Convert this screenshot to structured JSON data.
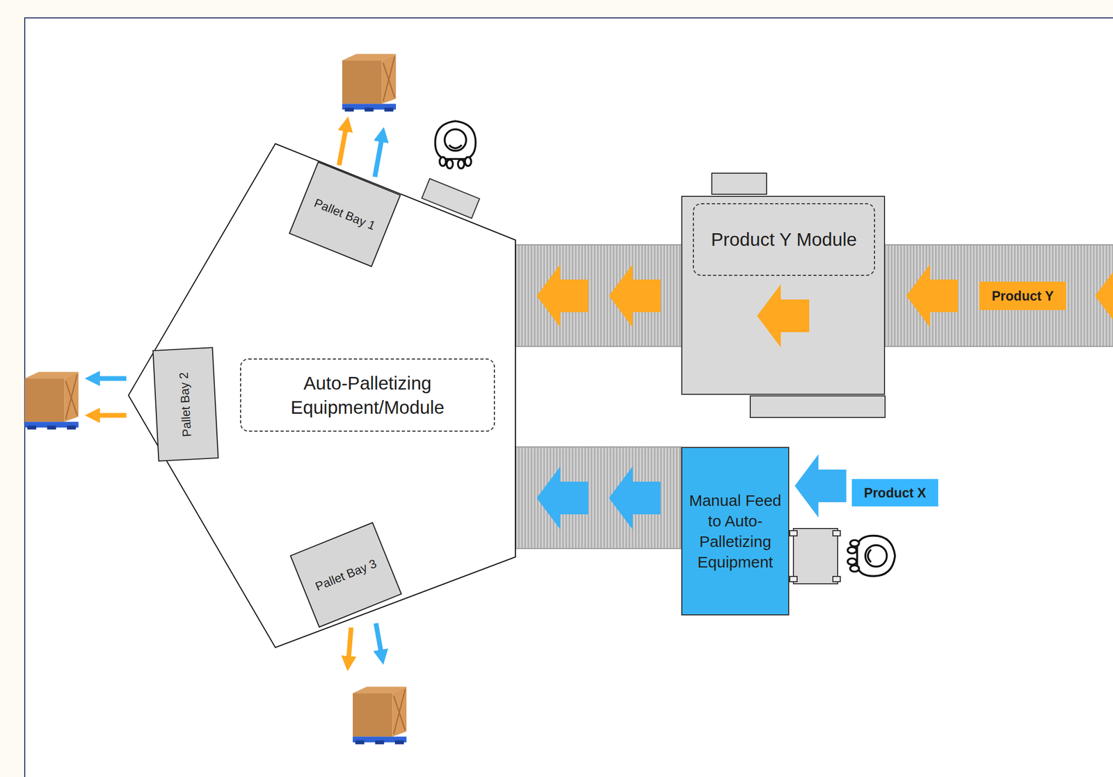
{
  "diagram": {
    "nodes": [
      {
        "text": [
          "Auto-Palletizing Equipment/Module"
        ]
      },
      {
        "text": [
          "Pallet Bay 1"
        ],
        "in": 0
      },
      {
        "text": [
          "Pallet Bay 2"
        ],
        "in": 0
      },
      {
        "text": [
          "Pallet Bay 3"
        ],
        "in": 0
      },
      {
        "text": [
          "Product Y Module"
        ]
      },
      {
        "text": [
          "Product Y"
        ]
      },
      {
        "text": [
          "Manual Feed to Auto-Palletizing Equipment"
        ]
      },
      {
        "text": [
          "Product X"
        ]
      }
    ],
    "edges": [
      {
        "from": 5,
        "to": 4,
        "arrow": "to"
      },
      {
        "from": 4,
        "to": 0,
        "arrow": "to"
      },
      {
        "from": 7,
        "to": 6,
        "arrow": "to"
      },
      {
        "from": 6,
        "to": 0,
        "arrow": "to"
      }
    ]
  }
}
